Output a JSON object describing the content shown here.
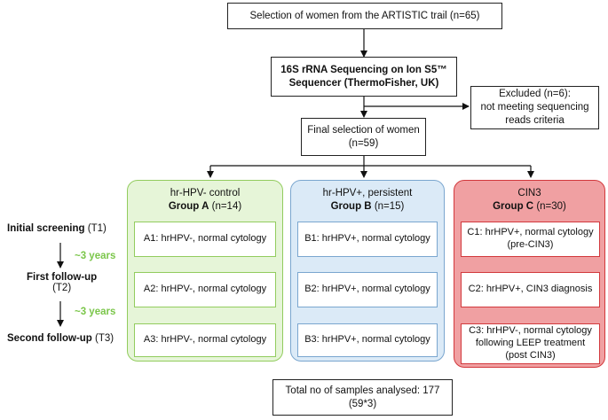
{
  "selection_box": "Selection of women from the ARTISTIC trail (n=65)",
  "sequencing_box": {
    "line1": "16S rRNA Sequencing on Ion S5™",
    "line2": "Sequencer (ThermoFisher, UK)"
  },
  "excluded_box": {
    "line1": "Excluded (n=6):",
    "line2": "not meeting sequencing",
    "line3": "reads criteria"
  },
  "final_box": {
    "line1": "Final selection of women",
    "line2": "(n=59)"
  },
  "groups": {
    "a": {
      "header_line1": "hr-HPV- control",
      "header_bold": "Group A",
      "header_count": "(n=14)",
      "box1": "A1: hrHPV-, normal cytology",
      "box2": "A2: hrHPV-, normal cytology",
      "box3": "A3: hrHPV-, normal cytology"
    },
    "b": {
      "header_line1": "hr-HPV+, persistent",
      "header_bold": "Group B",
      "header_count": "(n=15)",
      "box1": "B1: hrHPV+, normal cytology",
      "box2": "B2: hrHPV+, normal cytology",
      "box3": "B3: hrHPV+, normal cytology"
    },
    "c": {
      "header_line1": "CIN3",
      "header_bold": "Group C",
      "header_count": "(n=30)",
      "box1": "C1: hrHPV+, normal cytology (pre-CIN3)",
      "box2": "C2: hrHPV+, CIN3 diagnosis",
      "box3": "C3: hrHPV-, normal cytology following LEEP treatment (post CIN3)"
    }
  },
  "timeline": {
    "t1_bold": "Initial screening",
    "t1_code": "(T1)",
    "gap1": "~3 years",
    "t2_bold": "First follow-up",
    "t2_code": "(T2)",
    "gap2": "~3 years",
    "t3_bold": "Second follow-up",
    "t3_code": "(T3)"
  },
  "total_box": {
    "line1": "Total no of samples analysed: 177",
    "line2": "(59*3)"
  },
  "colors": {
    "group_a_fill": "#e6f5d8",
    "group_a_border": "#92cc5e",
    "group_b_fill": "#dbeaf7",
    "group_b_border": "#7aa6cf",
    "group_c_fill": "#f0a0a2",
    "group_c_border": "#d2383c",
    "years_text": "#7bc64a"
  }
}
